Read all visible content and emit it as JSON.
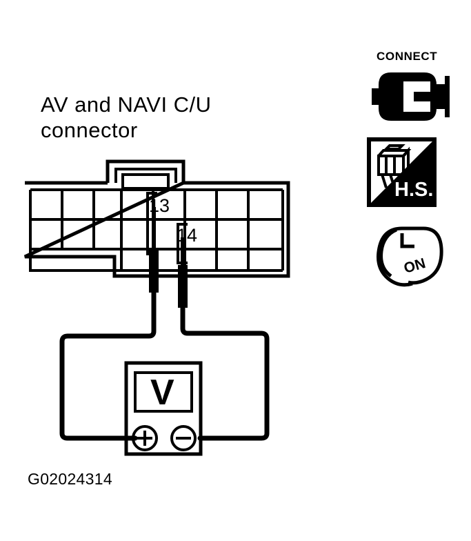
{
  "figure": {
    "title_line1": "AV and NAVI C/U",
    "title_line2": "connector",
    "figure_id": "G02024314"
  },
  "connector": {
    "rows": 3,
    "columns": 8,
    "pin_callouts": [
      {
        "label": "13",
        "column_index": 4,
        "row_index": 0
      },
      {
        "label": "14",
        "column_index": 5,
        "row_index": 1
      }
    ]
  },
  "meter": {
    "display_symbol": "V",
    "positive_terminal": "+",
    "negative_terminal": "−"
  },
  "icons": [
    {
      "name": "connect-icon",
      "label": "CONNECT"
    },
    {
      "name": "harness-side-icon",
      "label": "H.S."
    },
    {
      "name": "ignition-on-icon",
      "label": "ON"
    }
  ],
  "colors": {
    "ink": "#000000",
    "background": "#ffffff"
  }
}
